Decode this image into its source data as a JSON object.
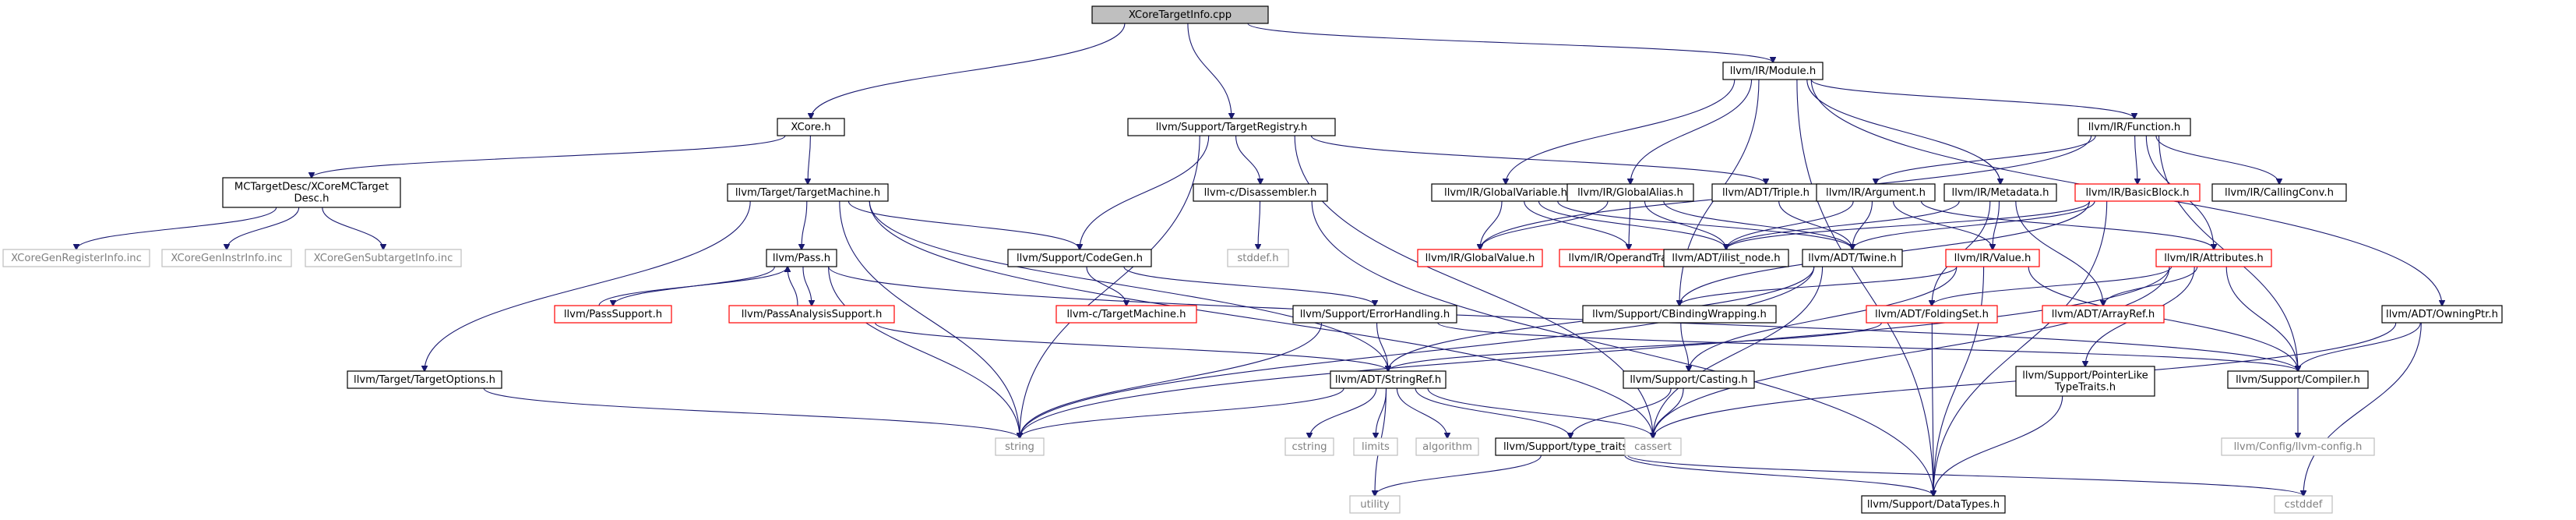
{
  "style": {
    "edge_color": "#191970",
    "node_border": "#000000",
    "node_border_missing": "#ff0000",
    "node_border_system": "#bfbfbf",
    "root_fill": "#bfbfbf",
    "text_color": "#000000",
    "text_color_system": "#808080"
  },
  "nodes": [
    {
      "id": "root",
      "lines": [
        "XCoreTargetInfo.cpp"
      ],
      "kind": "root"
    },
    {
      "id": "xcore",
      "lines": [
        "XCore.h"
      ],
      "kind": "normal"
    },
    {
      "id": "registry",
      "lines": [
        "llvm/Support/TargetRegistry.h"
      ],
      "kind": "normal"
    },
    {
      "id": "module",
      "lines": [
        "llvm/IR/Module.h"
      ],
      "kind": "normal"
    },
    {
      "id": "mcdesc",
      "lines": [
        "MCTargetDesc/XCoreMCTarget",
        "Desc.h"
      ],
      "kind": "normal"
    },
    {
      "id": "targetmachine",
      "lines": [
        "llvm/Target/TargetMachine.h"
      ],
      "kind": "normal"
    },
    {
      "id": "regs",
      "lines": [
        "XCoreGenRegisterInfo.inc"
      ],
      "kind": "system"
    },
    {
      "id": "instr",
      "lines": [
        "XCoreGenInstrInfo.inc"
      ],
      "kind": "system"
    },
    {
      "id": "subtarget",
      "lines": [
        "XCoreGenSubtargetInfo.inc"
      ],
      "kind": "system"
    },
    {
      "id": "disasm",
      "lines": [
        "llvm-c/Disassembler.h"
      ],
      "kind": "normal"
    },
    {
      "id": "stddef",
      "lines": [
        "stddef.h"
      ],
      "kind": "system"
    },
    {
      "id": "codegen",
      "lines": [
        "llvm/Support/CodeGen.h"
      ],
      "kind": "normal"
    },
    {
      "id": "ctm",
      "lines": [
        "llvm-c/TargetMachine.h"
      ],
      "kind": "missing"
    },
    {
      "id": "pass",
      "lines": [
        "llvm/Pass.h"
      ],
      "kind": "normal"
    },
    {
      "id": "passsupport",
      "lines": [
        "llvm/PassSupport.h"
      ],
      "kind": "missing"
    },
    {
      "id": "passanalysis",
      "lines": [
        "llvm/PassAnalysisSupport.h"
      ],
      "kind": "missing"
    },
    {
      "id": "targetoptions",
      "lines": [
        "llvm/Target/TargetOptions.h"
      ],
      "kind": "normal"
    },
    {
      "id": "string",
      "lines": [
        "string"
      ],
      "kind": "system"
    },
    {
      "id": "triple",
      "lines": [
        "llvm/ADT/Triple.h"
      ],
      "kind": "normal"
    },
    {
      "id": "globalvar",
      "lines": [
        "llvm/IR/GlobalVariable.h"
      ],
      "kind": "normal"
    },
    {
      "id": "globalalias",
      "lines": [
        "llvm/IR/GlobalAlias.h"
      ],
      "kind": "normal"
    },
    {
      "id": "function",
      "lines": [
        "llvm/IR/Function.h"
      ],
      "kind": "normal"
    },
    {
      "id": "argument",
      "lines": [
        "llvm/IR/Argument.h"
      ],
      "kind": "normal"
    },
    {
      "id": "metadata",
      "lines": [
        "llvm/IR/Metadata.h"
      ],
      "kind": "normal"
    },
    {
      "id": "basicblock",
      "lines": [
        "llvm/IR/BasicBlock.h"
      ],
      "kind": "missing"
    },
    {
      "id": "callingconv",
      "lines": [
        "llvm/IR/CallingConv.h"
      ],
      "kind": "normal"
    },
    {
      "id": "globalvalue",
      "lines": [
        "llvm/IR/GlobalValue.h"
      ],
      "kind": "missing"
    },
    {
      "id": "operandtraits",
      "lines": [
        "llvm/IR/OperandTraits.h"
      ],
      "kind": "missing"
    },
    {
      "id": "ilistnode",
      "lines": [
        "llvm/ADT/ilist_node.h"
      ],
      "kind": "normal"
    },
    {
      "id": "twine",
      "lines": [
        "llvm/ADT/Twine.h"
      ],
      "kind": "normal"
    },
    {
      "id": "value",
      "lines": [
        "llvm/IR/Value.h"
      ],
      "kind": "missing"
    },
    {
      "id": "attributes",
      "lines": [
        "llvm/IR/Attributes.h"
      ],
      "kind": "missing"
    },
    {
      "id": "errorhandling",
      "lines": [
        "llvm/Support/ErrorHandling.h"
      ],
      "kind": "normal"
    },
    {
      "id": "cbinding",
      "lines": [
        "llvm/Support/CBindingWrapping.h"
      ],
      "kind": "normal"
    },
    {
      "id": "foldingset",
      "lines": [
        "llvm/ADT/FoldingSet.h"
      ],
      "kind": "missing"
    },
    {
      "id": "arrayref",
      "lines": [
        "llvm/ADT/ArrayRef.h"
      ],
      "kind": "missing"
    },
    {
      "id": "owningptr",
      "lines": [
        "llvm/ADT/OwningPtr.h"
      ],
      "kind": "normal"
    },
    {
      "id": "stringref",
      "lines": [
        "llvm/ADT/StringRef.h"
      ],
      "kind": "normal"
    },
    {
      "id": "casting",
      "lines": [
        "llvm/Support/Casting.h"
      ],
      "kind": "normal"
    },
    {
      "id": "pointerlike",
      "lines": [
        "llvm/Support/PointerLike",
        "TypeTraits.h"
      ],
      "kind": "normal"
    },
    {
      "id": "compiler",
      "lines": [
        "llvm/Support/Compiler.h"
      ],
      "kind": "normal"
    },
    {
      "id": "cstring",
      "lines": [
        "cstring"
      ],
      "kind": "system"
    },
    {
      "id": "limits",
      "lines": [
        "limits"
      ],
      "kind": "system"
    },
    {
      "id": "algorithm",
      "lines": [
        "algorithm"
      ],
      "kind": "system"
    },
    {
      "id": "typetraits",
      "lines": [
        "llvm/Support/type_traits.h"
      ],
      "kind": "normal"
    },
    {
      "id": "cassert",
      "lines": [
        "cassert"
      ],
      "kind": "system"
    },
    {
      "id": "llvmconfig",
      "lines": [
        "llvm/Config/llvm-config.h"
      ],
      "kind": "system"
    },
    {
      "id": "utility",
      "lines": [
        "utility"
      ],
      "kind": "system"
    },
    {
      "id": "datatypes",
      "lines": [
        "llvm/Support/DataTypes.h"
      ],
      "kind": "normal"
    },
    {
      "id": "cstddef",
      "lines": [
        "cstddef"
      ],
      "kind": "system"
    }
  ],
  "edges": [
    [
      "root",
      "xcore"
    ],
    [
      "root",
      "registry"
    ],
    [
      "root",
      "module"
    ],
    [
      "xcore",
      "mcdesc"
    ],
    [
      "xcore",
      "targetmachine"
    ],
    [
      "mcdesc",
      "regs"
    ],
    [
      "mcdesc",
      "instr"
    ],
    [
      "mcdesc",
      "subtarget"
    ],
    [
      "targetmachine",
      "pass"
    ],
    [
      "targetmachine",
      "codegen"
    ],
    [
      "targetmachine",
      "targetoptions"
    ],
    [
      "targetmachine",
      "string"
    ],
    [
      "targetmachine",
      "stringref"
    ],
    [
      "targetmachine",
      "cassert"
    ],
    [
      "registry",
      "disasm"
    ],
    [
      "registry",
      "codegen"
    ],
    [
      "registry",
      "triple"
    ],
    [
      "registry",
      "string"
    ],
    [
      "registry",
      "cassert"
    ],
    [
      "disasm",
      "stddef"
    ],
    [
      "disasm",
      "datatypes"
    ],
    [
      "codegen",
      "ctm"
    ],
    [
      "codegen",
      "errorhandling"
    ],
    [
      "pass",
      "passsupport"
    ],
    [
      "pass",
      "passanalysis"
    ],
    [
      "pass",
      "string"
    ],
    [
      "pass",
      "compiler"
    ],
    [
      "passsupport",
      "pass"
    ],
    [
      "passanalysis",
      "pass"
    ],
    [
      "passanalysis",
      "stringref"
    ],
    [
      "targetoptions",
      "string"
    ],
    [
      "triple",
      "twine"
    ],
    [
      "module",
      "function"
    ],
    [
      "module",
      "globalvar"
    ],
    [
      "module",
      "globalalias"
    ],
    [
      "module",
      "metadata"
    ],
    [
      "module",
      "owningptr"
    ],
    [
      "module",
      "cbinding"
    ],
    [
      "module",
      "datatypes"
    ],
    [
      "function",
      "argument"
    ],
    [
      "function",
      "basicblock"
    ],
    [
      "function",
      "callingconv"
    ],
    [
      "function",
      "attributes"
    ],
    [
      "function",
      "globalvalue"
    ],
    [
      "function",
      "compiler"
    ],
    [
      "globalvar",
      "globalvalue"
    ],
    [
      "globalvar",
      "operandtraits"
    ],
    [
      "globalvar",
      "ilistnode"
    ],
    [
      "globalvar",
      "twine"
    ],
    [
      "globalalias",
      "globalvalue"
    ],
    [
      "globalalias",
      "operandtraits"
    ],
    [
      "globalalias",
      "ilistnode"
    ],
    [
      "globalalias",
      "twine"
    ],
    [
      "argument",
      "value"
    ],
    [
      "argument",
      "attributes"
    ],
    [
      "argument",
      "twine"
    ],
    [
      "argument",
      "ilistnode"
    ],
    [
      "metadata",
      "value"
    ],
    [
      "metadata",
      "foldingset"
    ],
    [
      "metadata",
      "arrayref"
    ],
    [
      "metadata",
      "ilistnode"
    ],
    [
      "basicblock",
      "twine"
    ],
    [
      "basicblock",
      "ilistnode"
    ],
    [
      "basicblock",
      "datatypes"
    ],
    [
      "basicblock",
      "cbinding"
    ],
    [
      "twine",
      "stringref"
    ],
    [
      "twine",
      "string"
    ],
    [
      "twine",
      "cassert"
    ],
    [
      "value",
      "cbinding"
    ],
    [
      "value",
      "casting"
    ],
    [
      "value",
      "compiler"
    ],
    [
      "value",
      "datatypes"
    ],
    [
      "attributes",
      "arrayref"
    ],
    [
      "attributes",
      "foldingset"
    ],
    [
      "attributes",
      "pointerlike"
    ],
    [
      "attributes",
      "compiler"
    ],
    [
      "attributes",
      "string"
    ],
    [
      "attributes",
      "cassert"
    ],
    [
      "errorhandling",
      "stringref"
    ],
    [
      "errorhandling",
      "compiler"
    ],
    [
      "errorhandling",
      "string"
    ],
    [
      "cbinding",
      "casting"
    ],
    [
      "foldingset",
      "stringref"
    ],
    [
      "foldingset",
      "datatypes"
    ],
    [
      "owningptr",
      "compiler"
    ],
    [
      "owningptr",
      "cassert"
    ],
    [
      "owningptr",
      "cstddef"
    ],
    [
      "stringref",
      "cstring"
    ],
    [
      "stringref",
      "limits"
    ],
    [
      "stringref",
      "algorithm"
    ],
    [
      "stringref",
      "typetraits"
    ],
    [
      "stringref",
      "cassert"
    ],
    [
      "stringref",
      "string"
    ],
    [
      "stringref",
      "utility"
    ],
    [
      "casting",
      "typetraits"
    ],
    [
      "casting",
      "cassert"
    ],
    [
      "typetraits",
      "datatypes"
    ],
    [
      "typetraits",
      "utility"
    ],
    [
      "typetraits",
      "cstddef"
    ],
    [
      "pointerlike",
      "datatypes"
    ],
    [
      "compiler",
      "llvmconfig"
    ]
  ]
}
